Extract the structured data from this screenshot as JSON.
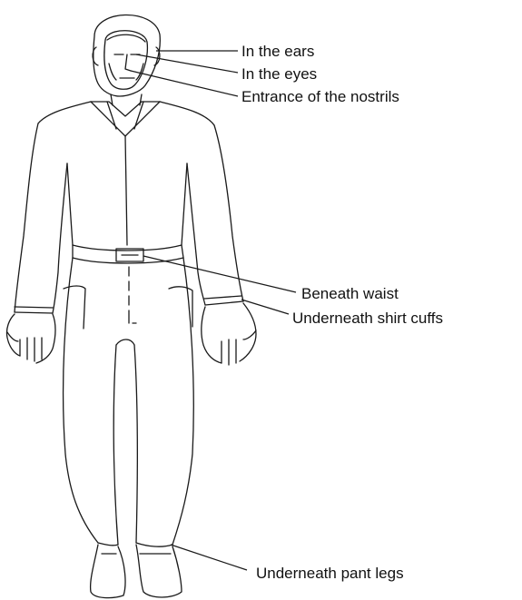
{
  "labels": {
    "ears": "In the ears",
    "eyes": "In the eyes",
    "nostrils": "Entrance of the nostrils",
    "waist": "Beneath waist",
    "cuffs": "Underneath shirt cuffs",
    "pant_legs": "Underneath pant legs"
  },
  "colors": {
    "line": "#1a1a1a",
    "background": "#ffffff"
  }
}
